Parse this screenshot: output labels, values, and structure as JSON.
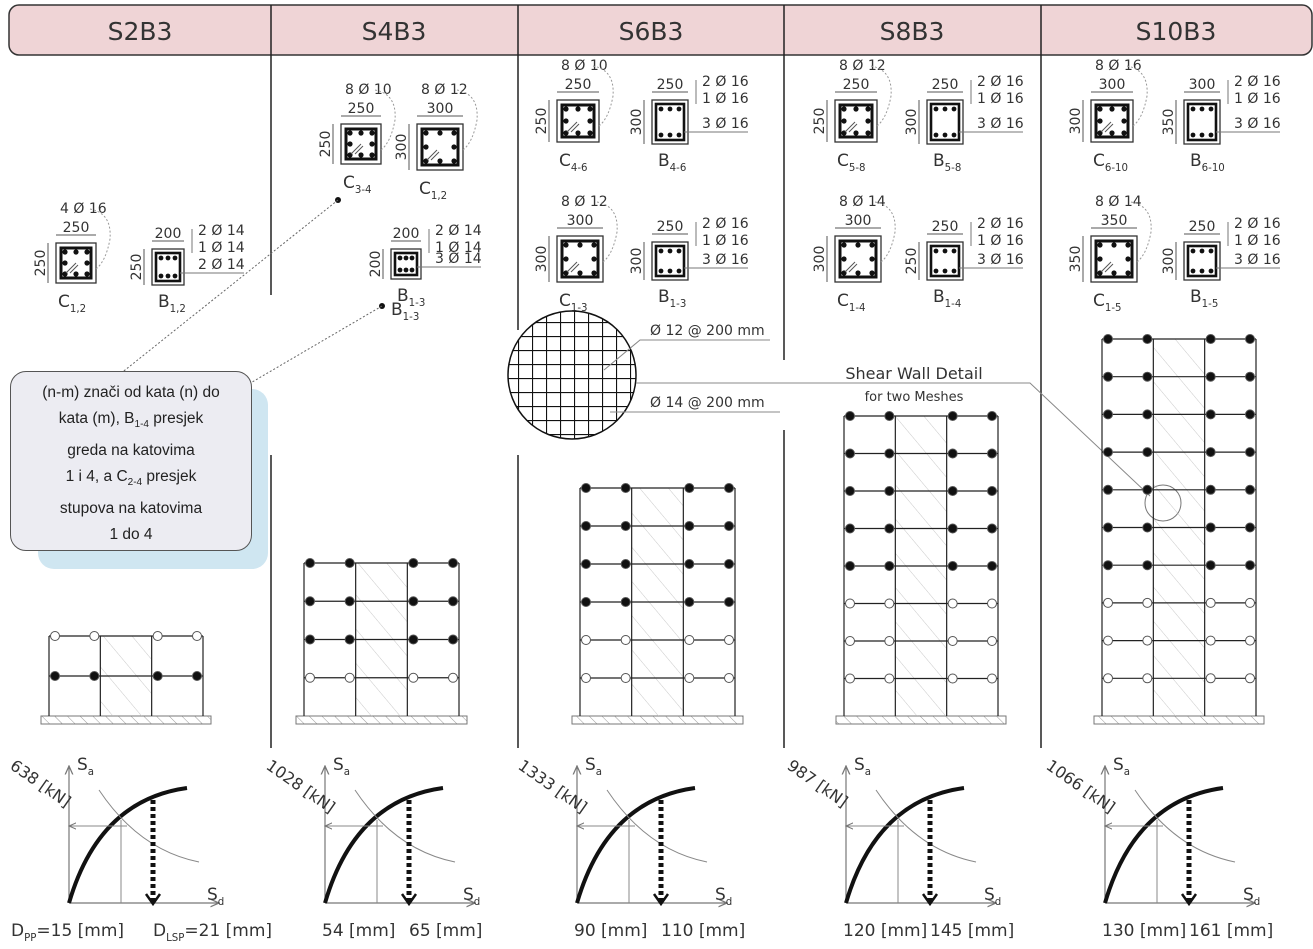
{
  "headers": [
    "S2B3",
    "S4B3",
    "S6B3",
    "S8B3",
    "S10B3"
  ],
  "note": {
    "line1": "(n-m) znači od kata (n) do",
    "line2a": "kata (m), B",
    "line2sub": "1-4",
    "line2b": " presjek",
    "line3": "greda na katovima",
    "line4a": "1 i 4, a C",
    "line4sub": "2-4",
    "line4b": " presjek",
    "line5": "stupova na katovima",
    "line6": "1 do 4"
  },
  "sections": {
    "s2": {
      "col_bars": "4 Ø 16",
      "col_w": "250",
      "col_h": "250",
      "col_name": "C",
      "col_sub": "1,2",
      "beam_w": "200",
      "beam_h": "250",
      "beam_top": "2 Ø 14",
      "beam_mid": "1 Ø 14",
      "beam_bot": "2 Ø 14",
      "beam_name": "B",
      "beam_sub": "1,2"
    },
    "s4": {
      "c1_bars": "8 Ø 10",
      "c1_w": "250",
      "c1_h": "250",
      "c1_name": "C",
      "c1_sub": "3-4",
      "c2_bars": "8 Ø 12",
      "c2_w": "300",
      "c2_h": "300",
      "c2_name": "C",
      "c2_sub": "1,2",
      "beam_w": "200",
      "beam_h": "200",
      "beam_top": "2 Ø 14",
      "beam_mid": "1 Ø 14",
      "beam_bot": "3 Ø 14",
      "beam_name": "B",
      "beam_sub": "1-3"
    },
    "s6": {
      "r1": {
        "bars": "8 Ø 10",
        "cw": "250",
        "ch": "250",
        "cname": "C",
        "csub": "4-6",
        "bw": "250",
        "bh": "300",
        "t": "2 Ø 16",
        "m": "1 Ø 16",
        "b": "3 Ø 16",
        "bname": "B",
        "bsub": "4-6"
      },
      "r2": {
        "bars": "8 Ø 12",
        "cw": "300",
        "ch": "300",
        "cname": "C",
        "csub": "1-3",
        "bw": "250",
        "bh": "300",
        "t": "2 Ø 16",
        "m": "1 Ø 16",
        "b": "3 Ø 16",
        "bname": "B",
        "bsub": "1-3"
      },
      "mesh1": "Ø 12 @ 200 mm",
      "mesh2": "Ø 14 @ 200 mm"
    },
    "s8": {
      "r1": {
        "bars": "8 Ø 12",
        "cw": "250",
        "ch": "250",
        "cname": "C",
        "csub": "5-8",
        "bw": "250",
        "bh": "300",
        "t": "2 Ø 16",
        "m": "1 Ø 16",
        "b": "3 Ø 16",
        "bname": "B",
        "bsub": "5-8"
      },
      "r2": {
        "bars": "8 Ø 14",
        "cw": "300",
        "ch": "300",
        "cname": "C",
        "csub": "1-4",
        "bw": "250",
        "bh": "250",
        "t": "2 Ø 16",
        "m": "1 Ø 16",
        "b": "3 Ø 16",
        "bname": "B",
        "bsub": "1-4"
      },
      "wall_title": "Shear Wall Detail",
      "wall_sub": "for two Meshes"
    },
    "s10": {
      "r1": {
        "bars": "8 Ø 16",
        "cw": "300",
        "ch": "300",
        "cname": "C",
        "csub": "6-10",
        "bw": "300",
        "bh": "350",
        "t": "2 Ø 16",
        "m": "1 Ø 16",
        "b": "3 Ø 16",
        "bname": "B",
        "bsub": "6-10"
      },
      "r2": {
        "bars": "8 Ø 14",
        "cw": "350",
        "ch": "350",
        "cname": "C",
        "csub": "1-5",
        "bw": "250",
        "bh": "300",
        "t": "2 Ø 16",
        "m": "1 Ø 16",
        "b": "3 Ø 16",
        "bname": "B",
        "bsub": "1-5"
      }
    }
  },
  "graphs": [
    {
      "force": "638 [kN]",
      "d1": "=15 [mm]",
      "d1_pre": "D",
      "d1_sub": "PP",
      "d2": "=21 [mm]",
      "d2_pre": "D",
      "d2_sub": "LSP"
    },
    {
      "force": "1028 [kN]",
      "d1": "54 [mm]",
      "d2": "65 [mm]"
    },
    {
      "force": "1333 [kN]",
      "d1": "90 [mm]",
      "d2": "110 [mm]"
    },
    {
      "force": "987 [kN]",
      "d1": "120 [mm]",
      "d2": "145 [mm]"
    },
    {
      "force": "1066 [kN]",
      "d1": "130 [mm]",
      "d2": "161 [mm]"
    }
  ],
  "axis": {
    "y": "S",
    "y_sub": "a",
    "x": "S",
    "x_sub": "d"
  },
  "colors": {
    "header_bg": "#efd4d6",
    "line": "#222222",
    "thin": "#888888",
    "note_bg": "#ececf2",
    "shadow": "#cfe6f1"
  }
}
